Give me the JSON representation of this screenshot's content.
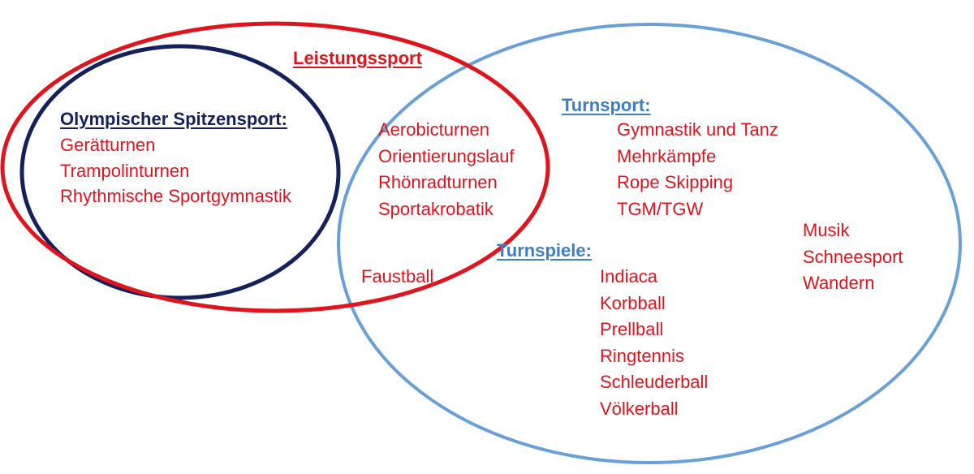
{
  "colors": {
    "red": "#e0141c",
    "navy": "#14215c",
    "blue": "#3d7fc4",
    "light_blue": "#6aa0d8"
  },
  "sets": {
    "leistungssport": {
      "label": "Leistungssport"
    },
    "olympisch": {
      "label": "Olympischer Spitzensport:",
      "items": [
        "Gerätturnen",
        "Trampolinturnen",
        "Rhythmische Sportgymnastik"
      ]
    },
    "turnsport": {
      "label": "Turnsport:",
      "items": [
        "Gymnastik und Tanz",
        "Mehrkämpfe",
        "Rope Skipping",
        "TGM/TGW"
      ]
    },
    "turnspiele": {
      "label": "Turnspiele:",
      "items": [
        "Indiaca",
        "Korbball",
        "Prellball",
        "Ringtennis",
        "Schleuderball",
        "Völkerball"
      ]
    }
  },
  "overlap_items": [
    "Aerobicturnen",
    "Orientierungslauf",
    "Rhönradturnen",
    "Sportakrobatik"
  ],
  "faustball": "Faustball",
  "other_items": [
    "Musik",
    "Schneesport",
    "Wandern"
  ]
}
